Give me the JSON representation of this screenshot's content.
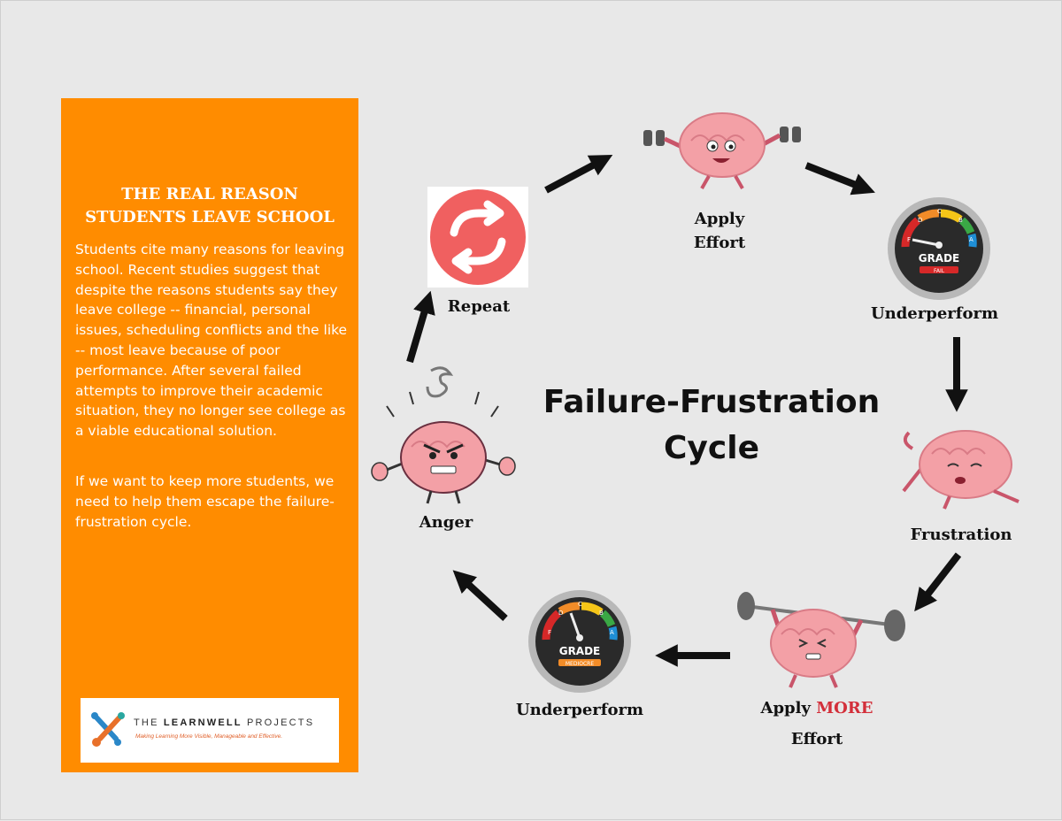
{
  "sidebar": {
    "title_line1": "THE REAL REASON",
    "title_line2": "STUDENTS LEAVE SCHOOL",
    "paragraph1": "Students cite many reasons for leaving school. Recent studies suggest that despite the reasons students say they leave college -- financial, personal issues, scheduling conflicts and the like -- most leave because of poor performance. After several failed attempts to improve their academic situation, they no longer see college as a viable educational solution.",
    "paragraph2": "If we want to keep more students, we need to help them escape the failure-frustration cycle.",
    "logo_name_a": "THE ",
    "logo_name_b": "LEARNWELL",
    "logo_name_c": " PROJECTS",
    "logo_tagline": "Making Learning More Visible, Manageable and Effective."
  },
  "diagram": {
    "title_line1": "Failure-Frustration",
    "title_line2": "Cycle",
    "steps": {
      "apply_effort_1": "Apply",
      "apply_effort_2": "Effort",
      "underperform_top": "Underperform",
      "frustration": "Frustration",
      "apply_more_a": "Apply ",
      "apply_more_b": "MORE",
      "apply_more_c": "Effort",
      "underperform_bottom": "Underperform",
      "anger": "Anger",
      "repeat": "Repeat"
    },
    "gauge": {
      "word": "GRADE",
      "letters": [
        "F",
        "D",
        "C",
        "B",
        "A"
      ],
      "top_status": "FAIL",
      "bottom_status": "MEDIOCRE"
    }
  },
  "colors": {
    "sidebar": "#ff8c00",
    "repeat_icon": "#f06060",
    "brain": "#f3a0a6",
    "more_text": "#d32f3a"
  }
}
